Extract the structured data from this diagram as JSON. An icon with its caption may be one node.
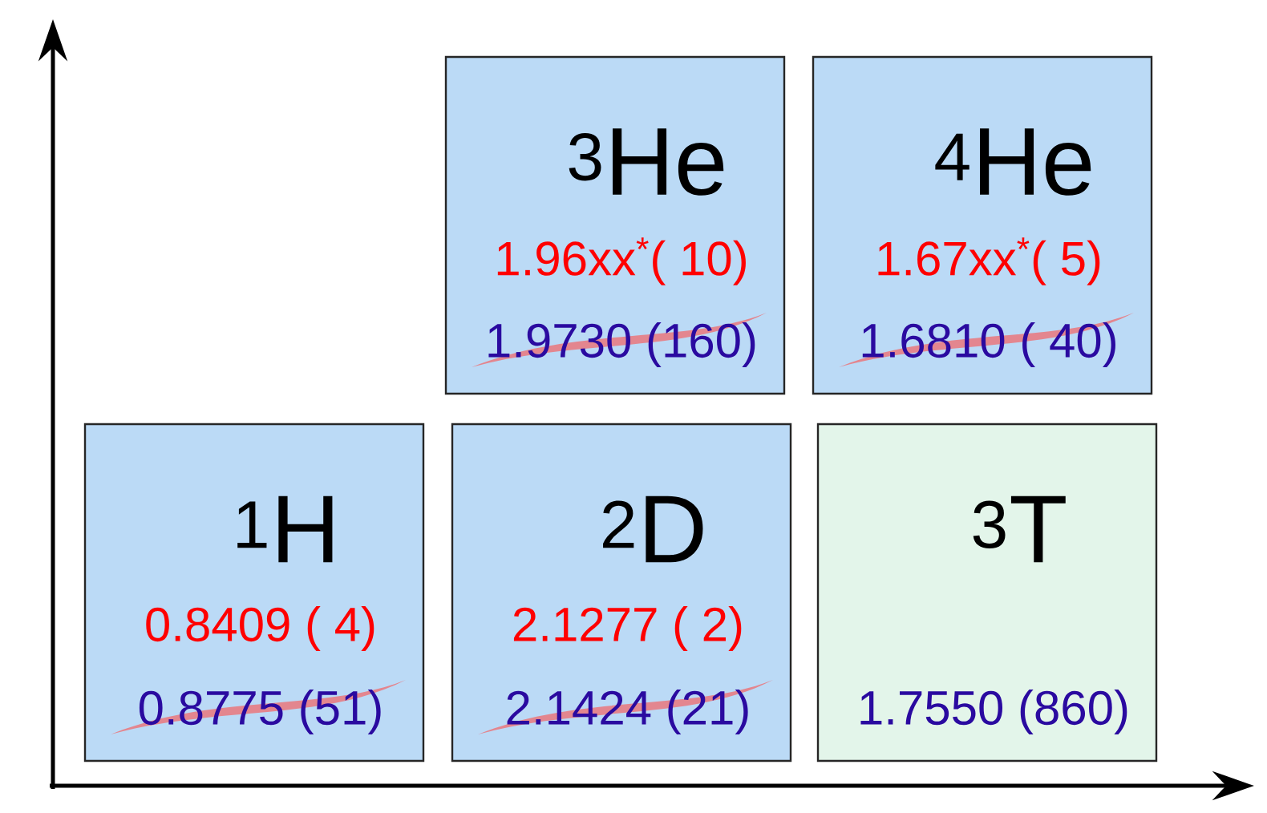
{
  "diagram": {
    "nodes": [
      {
        "text": [
          "$^{3}$He",
          "1.96xx$^{*}$( 10)",
          "1.9730 (160)"
        ]
      },
      {
        "text": [
          "$^{4}$He",
          "1.67xx$^{*}$( 5)",
          "1.6810 ( 40)"
        ]
      },
      {
        "text": [
          "$^{1}$H",
          "0.8409 ( 4)",
          "0.8775 (51)"
        ]
      },
      {
        "text": [
          "$^{2}$D",
          "2.1277 ( 2)",
          "2.1424 (21)"
        ]
      },
      {
        "text": [
          "$^{3}$T",
          "1.7550 (860)"
        ]
      }
    ]
  }
}
